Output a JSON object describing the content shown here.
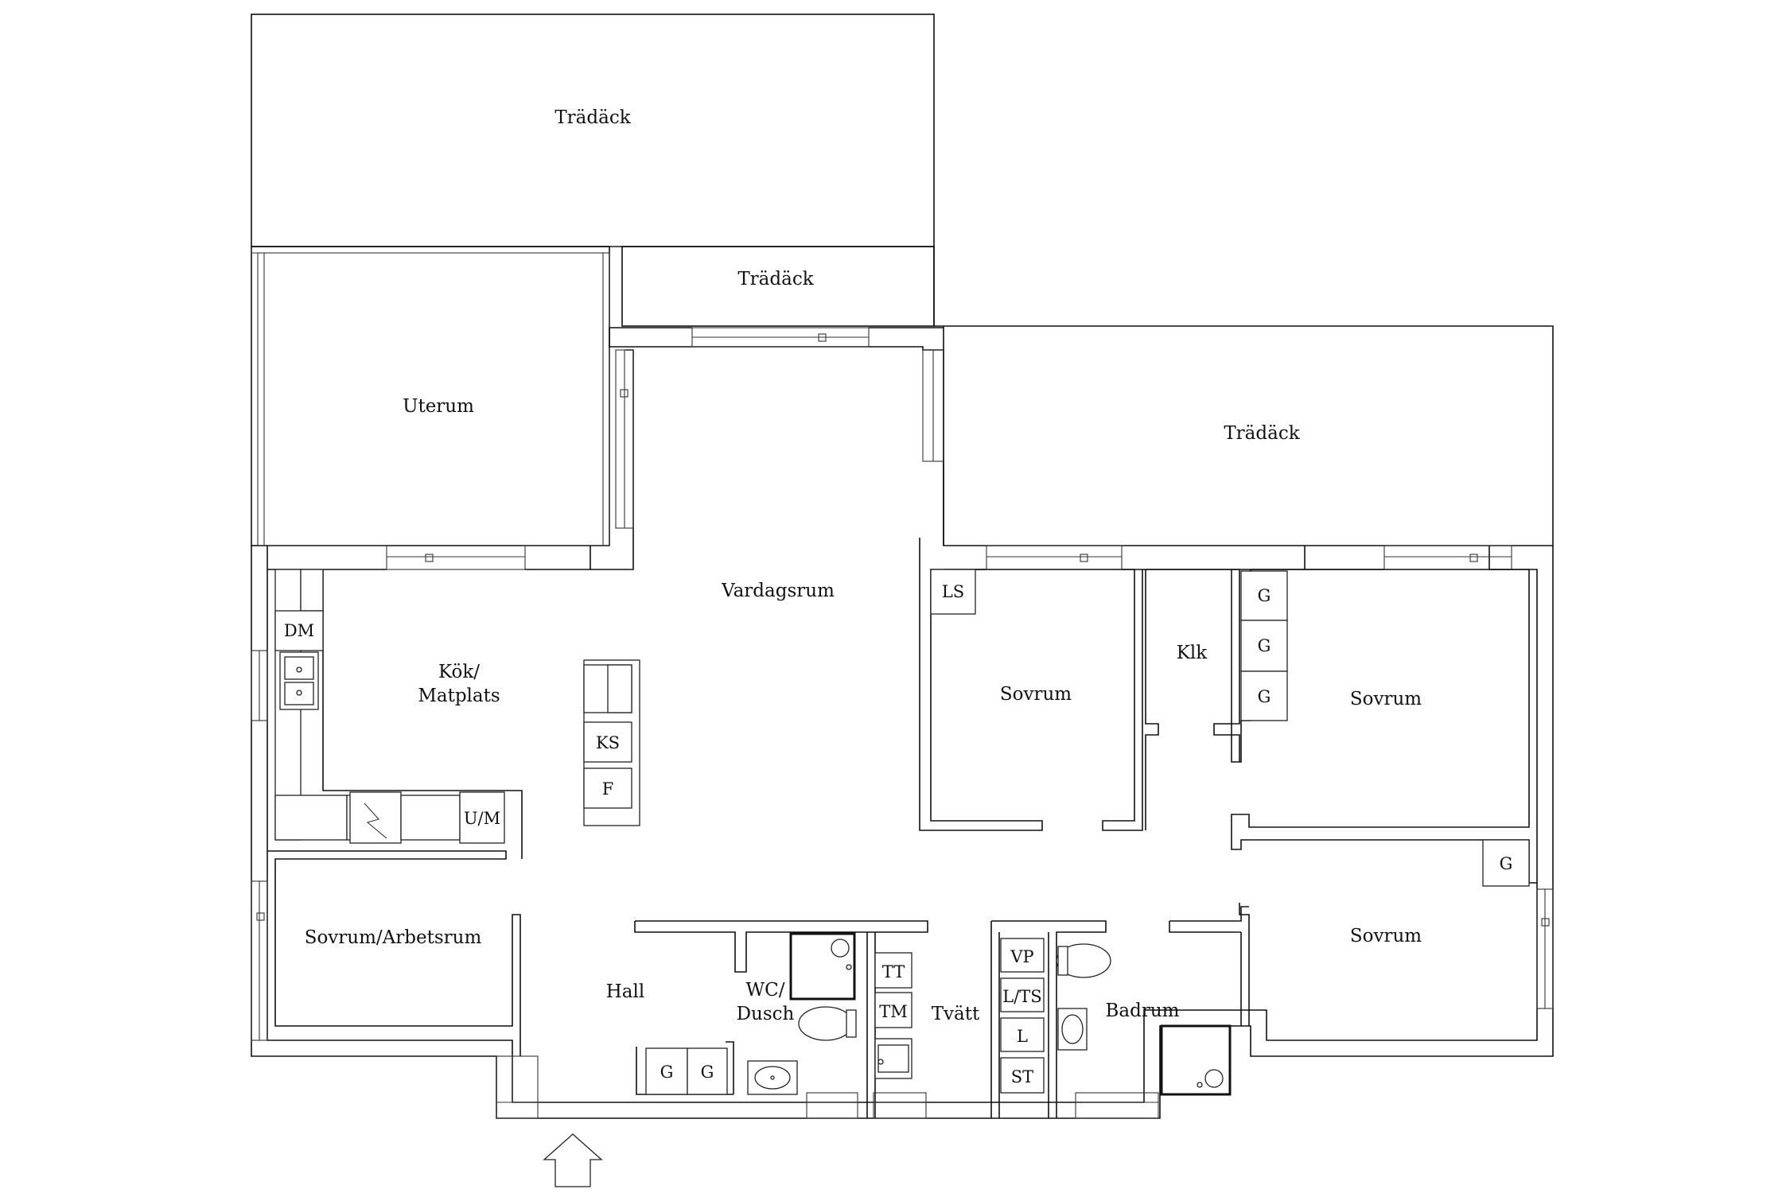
{
  "rooms": {
    "tradack_top": "Trädäck",
    "tradack_mid": "Trädäck",
    "tradack_right": "Trädäck",
    "uterum": "Uterum",
    "vardagsrum": "Vardagsrum",
    "kok_line1": "Kök/",
    "kok_line2": "Matplats",
    "sovrum_arbetsrum": "Sovrum/Arbetsrum",
    "hall": "Hall",
    "wc_line1": "WC/",
    "wc_line2": "Dusch",
    "tvatt": "Tvätt",
    "badrum": "Badrum",
    "sovrum_1": "Sovrum",
    "sovrum_2": "Sovrum",
    "sovrum_3": "Sovrum",
    "klk": "Klk"
  },
  "fixtures": {
    "dm": "DM",
    "um": "U/M",
    "ks": "KS",
    "f": "F",
    "ls": "LS",
    "g_hall_1": "G",
    "g_hall_2": "G",
    "g_bed_1": "G",
    "g_bed_2": "G",
    "g_bed_3": "G",
    "g_bed_4": "G",
    "tt": "TT",
    "tm": "TM",
    "vp": "VP",
    "lts": "L/TS",
    "l": "L",
    "st": "ST"
  }
}
